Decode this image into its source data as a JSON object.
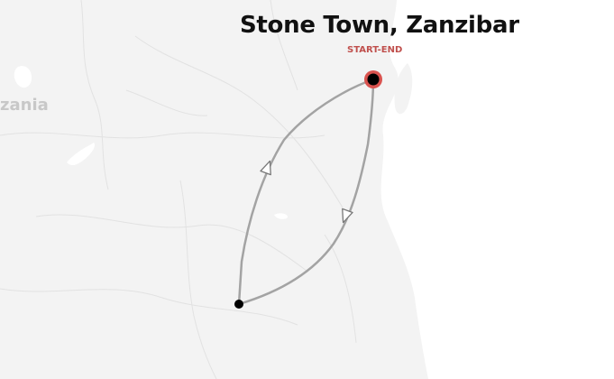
{
  "map": {
    "title": "Stone Town, Zanzibar",
    "marker_label": "START-END",
    "region_label": "zania",
    "colors": {
      "land": "#f3f3f3",
      "ocean": "#ffffff",
      "route": "#a3a3a3",
      "marker_ring": "#d9534f",
      "marker_dot": "#000000",
      "label_accent": "#c0504d"
    },
    "route": {
      "direction_arrows": 2,
      "stops": [
        "start-end",
        "waypoint"
      ]
    }
  }
}
